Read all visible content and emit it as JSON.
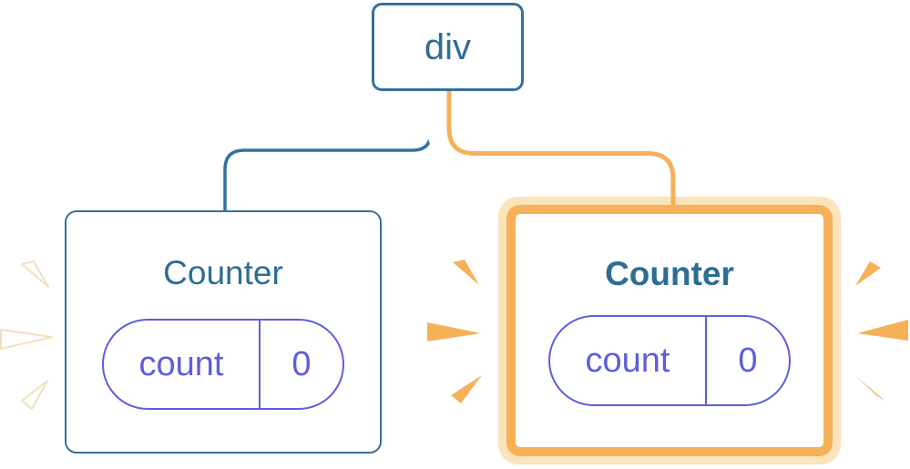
{
  "diagram": {
    "description": "React component tree: div root with two Counter children; right Counter highlighted as re-rendering",
    "root": {
      "label": "div"
    },
    "children": [
      {
        "label": "Counter",
        "highlighted": false,
        "state": {
          "key": "count",
          "value": "0"
        }
      },
      {
        "label": "Counter",
        "highlighted": true,
        "state": {
          "key": "count",
          "value": "0"
        }
      }
    ],
    "colors": {
      "node_blue": "#35719c",
      "text_blue": "#2e6d93",
      "state_purple": "#5e5edb",
      "highlight_orange": "#f6b158",
      "highlight_orange_light": "#fbe3ba",
      "spark_white_edge": "#f3e0bd",
      "background": "#ffffff"
    }
  }
}
